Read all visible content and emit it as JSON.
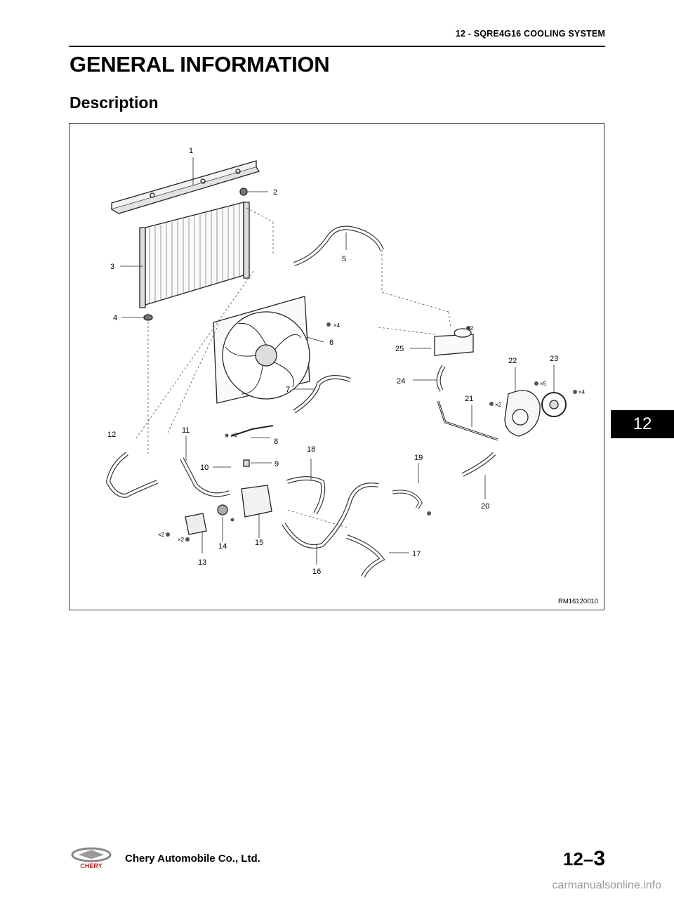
{
  "header": {
    "section_title": "12 - SQRE4G16 COOLING SYSTEM"
  },
  "heading": "GENERAL INFORMATION",
  "subheading": "Description",
  "figure": {
    "code": "RM16120010",
    "callouts": [
      "1",
      "2",
      "3",
      "4",
      "5",
      "6",
      "7",
      "8",
      "9",
      "10",
      "11",
      "12",
      "13",
      "14",
      "15",
      "16",
      "17",
      "18",
      "19",
      "20",
      "21",
      "22",
      "23",
      "24",
      "25"
    ],
    "quantities": {
      "q_fan_bolts": "×4",
      "q_tank_bolts": "×2",
      "q_outlet_bolts": "×2",
      "q_13a": "×2",
      "q_13b": "×2",
      "q_pipe_bolts": "×2",
      "q_pump_bolts": "×5",
      "q_pulley_bolts": "×4"
    }
  },
  "chapter_tab": "12",
  "footer": {
    "company": "Chery Automobile Co., Ltd.",
    "page_prefix": "12–",
    "page_number": "3",
    "logo_text": "CHERY",
    "watermark": "carmanualsonline.info"
  }
}
